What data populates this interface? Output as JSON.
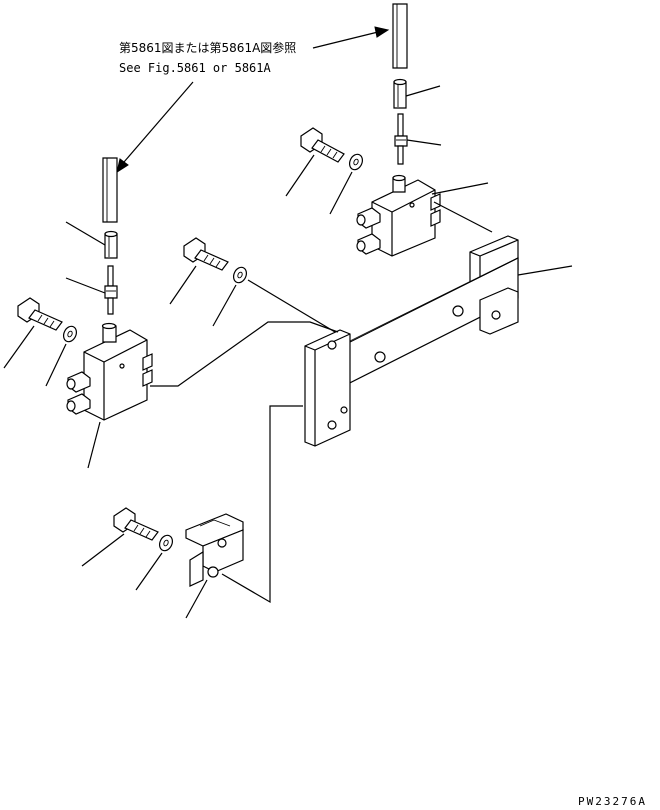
{
  "reference": {
    "line_jp": "第5861図または第5861A図参照",
    "line_en": "See Fig.5861 or 5861A"
  },
  "drawing_code": "PW23276A"
}
